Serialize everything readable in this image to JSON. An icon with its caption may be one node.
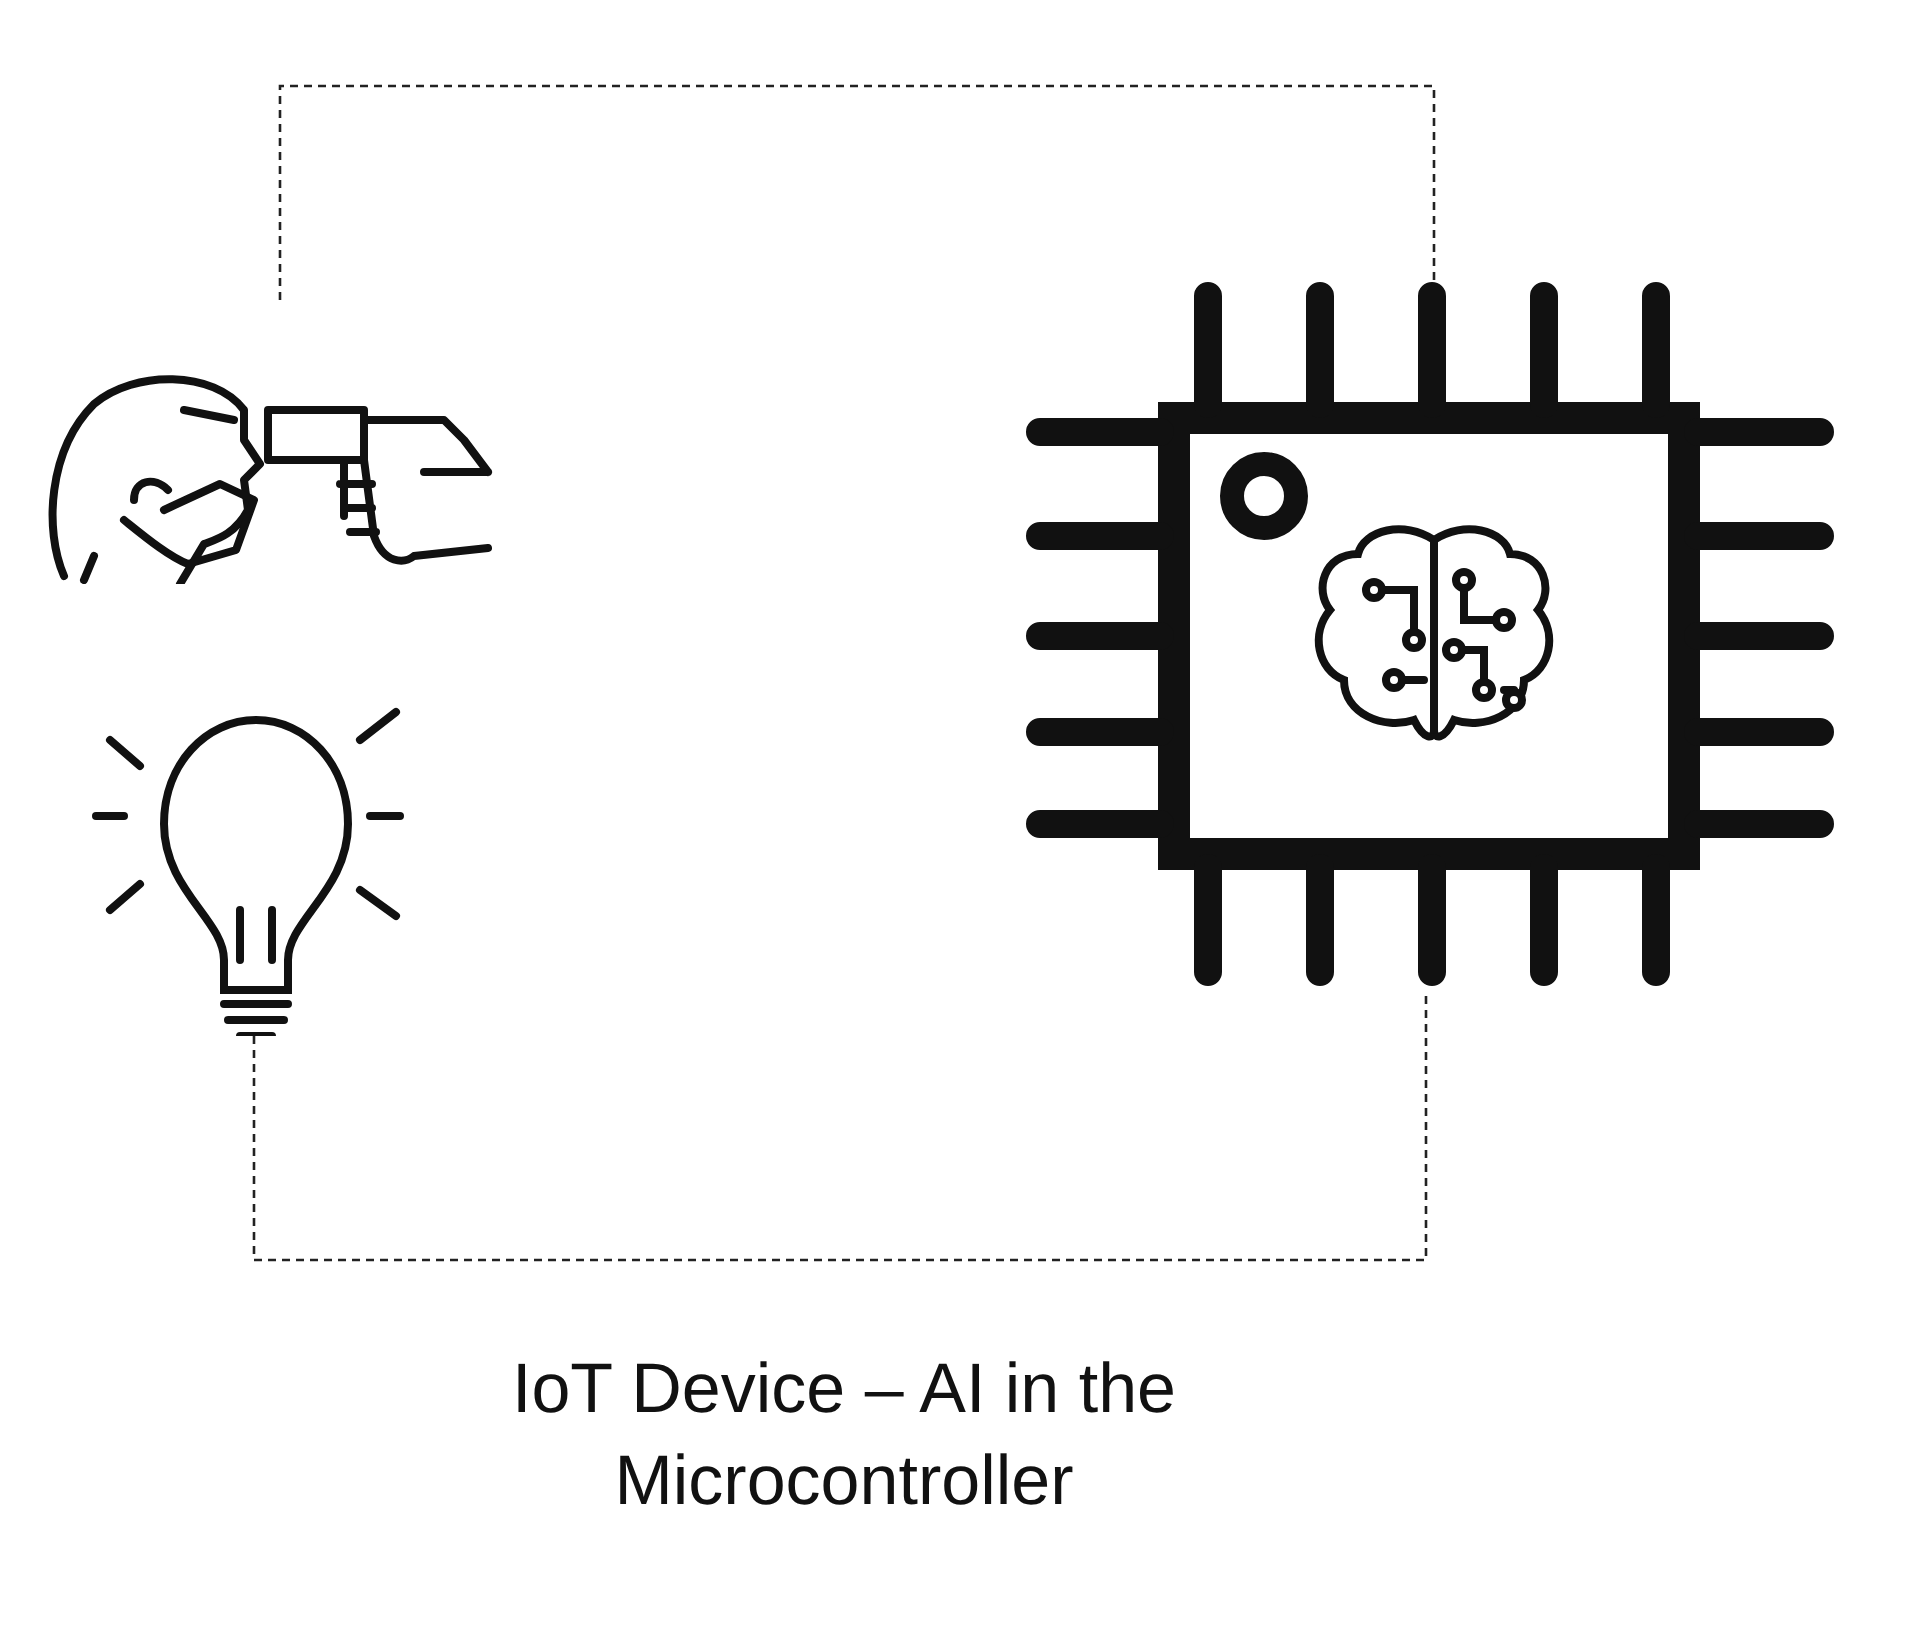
{
  "diagram": {
    "caption": "IoT Device – AI in the Microcontroller",
    "nodes": [
      {
        "text": [],
        "shape": "picture"
      },
      {
        "text": [],
        "shape": "picture"
      },
      {
        "text": [],
        "shape": "picture"
      }
    ],
    "edges": [
      {
        "from": 0,
        "to": 2,
        "arrow": "none",
        "style": "dashed"
      },
      {
        "from": 1,
        "to": 2,
        "arrow": "none",
        "style": "dashed"
      }
    ]
  }
}
